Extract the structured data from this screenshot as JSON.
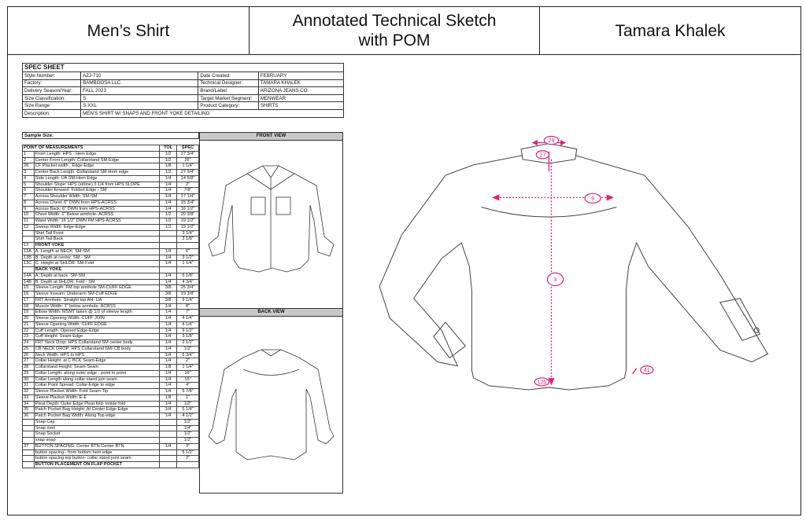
{
  "header": {
    "left": "Men’s Shirt",
    "middle": "Annotated Technical Sketch with POM",
    "right": "Tamara Khalek"
  },
  "spec": {
    "title": "SPEC SHEET",
    "rows": [
      [
        "Style Number:",
        "AZJ-710",
        "Date Created:",
        "FEBRUARY"
      ],
      [
        "Factory:",
        "BAMBOOSA LLC.",
        "Technical Designer:",
        "TAMARA KHALEK"
      ],
      [
        "Delivery Season/Year:",
        "FALL 2023",
        "Brand/Label:",
        "ARIZONA JEANS CO."
      ],
      [
        "Size Classification:",
        "S",
        "Target Market Segment:",
        "MENWEAR"
      ],
      [
        "Size Range:",
        "S-XXL",
        "Product Category:",
        "SHIRTS"
      ],
      [
        "Description:",
        "MEN’S SHIRT W/ SNAPS AND FRONT YOKE DETAILING",
        "",
        ""
      ]
    ],
    "sample_size": "Sample Size:",
    "front_view": "FRONT VIEW",
    "back_view": "BACK VIEW",
    "pom_header": [
      "POINT OF MEASUREMENTS",
      "TOL",
      "SPEC"
    ],
    "pom": [
      [
        "1",
        "Front Length: HPS - Hem Edge",
        "1/2",
        "27 3/4\""
      ],
      [
        "2",
        "Center Front Length: Collarstand SM-Edge",
        "1/2",
        "26\""
      ],
      [
        "28",
        "CF Placket width : Edge-Edge",
        "1/8",
        "1 1/4\""
      ],
      [
        "3",
        "Center Back Length: Collarstand SM-Hem edge",
        "1/2",
        "27 3/4\""
      ],
      [
        "4",
        "Side Length: UA SM-Hem Edge",
        "1/4",
        "14 5/8\""
      ],
      [
        "5",
        "Shoulder Slope: HPS (strline) 3 1/4 from HPS SLOPE",
        "1/4",
        "2\""
      ],
      [
        "6",
        "Shoulder forward: Folded Edge - SM",
        "1/4",
        "7/8\""
      ],
      [
        "7",
        "Across Shoulder Width: SM-SM",
        "1/4",
        "17 1/4\""
      ],
      [
        "8",
        "Across Chest: 6\" DWN from HPS-ACRSS",
        "1/4",
        "15 3/4\""
      ],
      [
        "9",
        "Across Back: 6\" DWN from HPS-ACRSS",
        "1/4",
        "16 1/2\""
      ],
      [
        "10",
        "Chest Width: 1\" Below armhole- ACRSS",
        "1/2",
        "20 3/8\""
      ],
      [
        "11",
        "Waist Width: 16 1/2\" DWN FM HPS-ACRSS",
        "1/2",
        "19 1/2\""
      ],
      [
        "12",
        "Sweep Width: Edge-Edge",
        "1/2",
        "19 1/2\""
      ],
      [
        "",
        "Shirt Tail Front",
        "",
        "3 1/4\""
      ],
      [
        "",
        "Shirt Tail Back",
        "",
        "3 1/8\""
      ],
      [
        "13",
        "FRONT YOKE",
        "",
        ""
      ],
      [
        "13A",
        "A. Length at NECK: SM-SM",
        "1/4",
        "6\""
      ],
      [
        "13B",
        "B. Depth at center: SM - SM",
        "1/4",
        "3 1/2\""
      ],
      [
        "13C",
        "C. Height at SHLDR: SM-Fold",
        "1/4",
        "1 1/4\""
      ],
      [
        "",
        "BACK YOKE",
        "",
        ""
      ],
      [
        "14A",
        "A. Depth at back: SM-SM",
        "1/4",
        "5 1/8\""
      ],
      [
        "14B",
        "B. Depth at SHLDR: Fold - SM",
        "1/4",
        "4 3/4\""
      ],
      [
        "15",
        "Sleeve Length: FM top armhole SM-CUFF EDGE",
        "3/8",
        "25 3/4\""
      ],
      [
        "16",
        "Sleeve Inseam: Underarm SM-Cuff EDGE",
        "3/8",
        "19 3/8\""
      ],
      [
        "17",
        "FRT Armhole: Straight top AH- UA",
        "3/8",
        "9 1/4\""
      ],
      [
        "18",
        "Muscle Width: 1\" below armhole- ACRSS",
        "1/4",
        "8\""
      ],
      [
        "19",
        "Elbow Width: MSMT taken @ 1/2 of sleeve length",
        "1/4",
        "7\""
      ],
      [
        "20",
        "Sleeve Opening Width: CUFF JOIN",
        "1/4",
        "4 1/4\""
      ],
      [
        "21",
        "Sleeve Opening Width: CUFF EDGE",
        "1/4",
        "4 1/4\""
      ],
      [
        "22",
        "Cuff Length: Opened Edge-Edge",
        "1/4",
        "9 1/2\""
      ],
      [
        "23",
        "Cuff Height: Seam-Edge",
        "1/4",
        "3 1/8\""
      ],
      [
        "24",
        "FRT Neck Drop: HPS Collarstand SM center body",
        "1/4",
        "2 1/2\""
      ],
      [
        "25",
        "CB NECK DROP: HPS Collarstand SM/ CB body",
        "1/4",
        "1/2\""
      ],
      [
        "26",
        "Neck Width: HPS to HPS",
        "1/4",
        "6 3/4\""
      ],
      [
        "27",
        "Collar Height: at C BCK Seam-Edge",
        "1/4",
        "2\""
      ],
      [
        "28",
        "Collarstand Height: Seam-Seam",
        "1/8",
        "1 1/4\""
      ],
      [
        "29",
        "Collar Length: along outer edge - point to point",
        "1/4",
        "16\""
      ],
      [
        "30",
        "Collar Length along collar stand join seam",
        "1/4",
        "15\""
      ],
      [
        "31",
        "Collar Point Spread: Collar-Edge to edge",
        "1/4",
        "4\""
      ],
      [
        "32",
        "Sleeve Placket Width: Fold Seam-Tip",
        "1/4",
        "5 7/8\""
      ],
      [
        "33",
        "Sleeve Placket Width: E-E",
        "1/8",
        "1\""
      ],
      [
        "34",
        "Pleat Depth: Outer Edge Pleat fold- inside fold",
        "1/4",
        "1/2\""
      ],
      [
        "35",
        "Patch Pocket Bag Height: At Center Edge Edge",
        "1/4",
        "5 1/4\""
      ],
      [
        "36",
        "Patch Pocket Bag Width: Along Top edge",
        "1/4",
        "4 1/2\""
      ],
      [
        "",
        "Snap Cap",
        "",
        "1/2\""
      ],
      [
        "",
        "Snap rivet",
        "",
        "1/4\""
      ],
      [
        "",
        "Snap Socket",
        "",
        "1/2\""
      ],
      [
        "",
        "snap snap",
        "",
        "1/2\""
      ],
      [
        "37",
        "BUTTON SPACING: Center BTN Center BTN",
        "1/4",
        "3\""
      ],
      [
        "",
        "button spacing - from bottom hem edge",
        "",
        "5 1/2\""
      ],
      [
        "",
        "button spacing top button- collar stand joint seam",
        "",
        "2\""
      ],
      [
        "",
        "BUTTON PLACEMENT ON FLAP POCKET",
        "",
        ""
      ]
    ]
  },
  "annotations": {
    "color": "#e0207a",
    "labels": [
      "29",
      "27",
      "9",
      "3",
      "12b",
      "41"
    ]
  }
}
